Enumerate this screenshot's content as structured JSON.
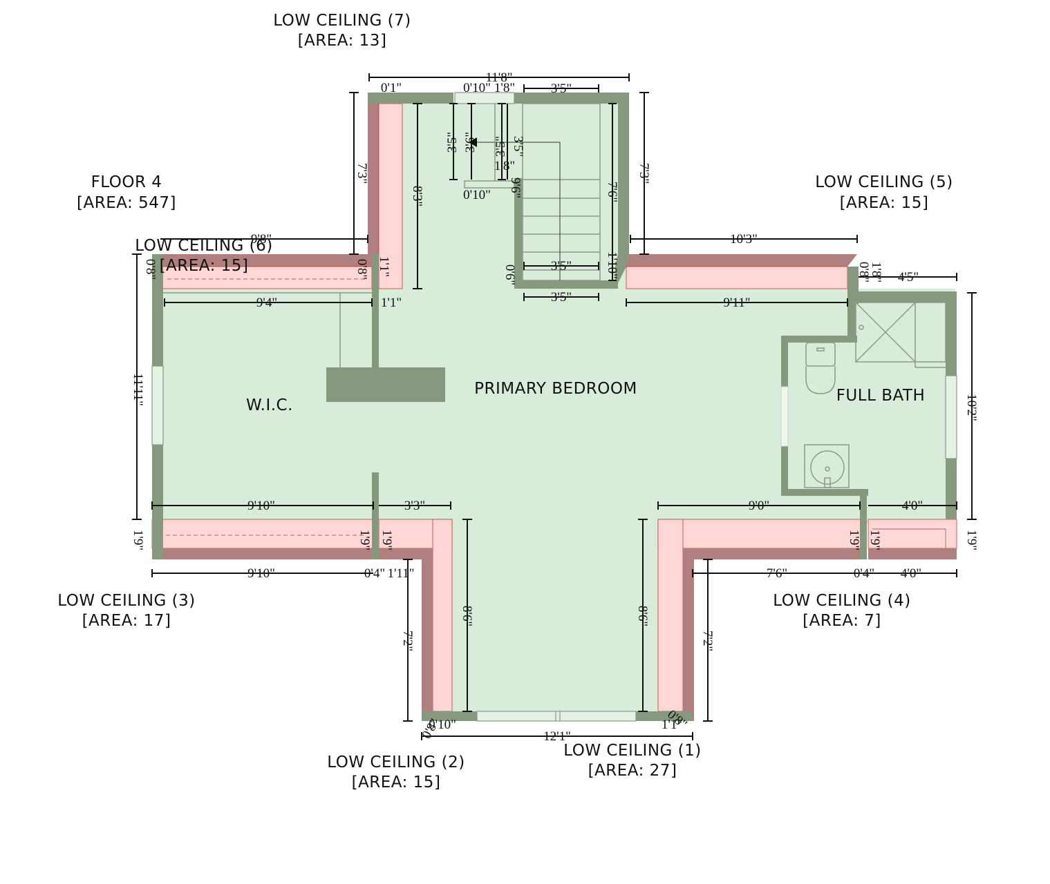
{
  "labels": {
    "floor": {
      "name": "FLOOR 4",
      "area": "[AREA: 547]"
    },
    "low7": {
      "name": "LOW CEILING (7)",
      "area": "[AREA: 13]"
    },
    "low6": {
      "name": "LOW CEILING (6)",
      "area": "[AREA: 15]"
    },
    "low5": {
      "name": "LOW CEILING (5)",
      "area": "[AREA: 15]"
    },
    "low4": {
      "name": "LOW CEILING (4)",
      "area": "[AREA: 7]"
    },
    "low3": {
      "name": "LOW CEILING (3)",
      "area": "[AREA: 17]"
    },
    "low2": {
      "name": "LOW CEILING (2)",
      "area": "[AREA: 15]"
    },
    "low1": {
      "name": "LOW CEILING (1)",
      "area": "[AREA: 27]"
    },
    "bedroom": "PRIMARY BEDROOM",
    "wic": "W.I.C.",
    "bath": "FULL BATH"
  },
  "dims": {
    "top_total": "11'8\"",
    "top_a": "0'1\"",
    "top_b": "0'10\"",
    "top_c": "1'8\"",
    "top_d": "3'5\"",
    "stair_a": "3'5\"",
    "stair_b": "3'6\"",
    "stair_c": "3'5\"",
    "stair_d": "3'5\"",
    "stair_e": "1'8\"",
    "stair_f": "0'10\"",
    "stair_g": "9'6\"",
    "left_h": "7'3\"",
    "inner_h": "8'3\"",
    "right_h": "7'3\"",
    "stair_h": "7'6\"",
    "stair_w1": "3'5\"",
    "stair_w2": "3'5\"",
    "stair_v1": "0'6\"",
    "stair_v2": "1'10\"",
    "wic_top": "9'8\"",
    "wic_in": "9'4\"",
    "wall_a": "1'1\"",
    "wall_b": "1'1\"",
    "wall_c": "0'8\"",
    "wall_d": "0'8\"",
    "right_top": "10'3\"",
    "right_in": "9'11\"",
    "bath_top": "4'5\"",
    "bath_v": "1'8\"",
    "bath_v2": "0'8\"",
    "left_v": "11'11\"",
    "right_v": "10'2\"",
    "bl_a": "9'10\"",
    "bl_b": "3'3\"",
    "br_a": "9'0\"",
    "br_b": "4'0\"",
    "low_v_l1": "1'9\"",
    "low_v_l2": "1'9\"",
    "low_v_l3": "1'9\"",
    "low_v_r1": "1'9\"",
    "low_v_r2": "1'9\"",
    "low_v_r3": "1'9\"",
    "bot_l1": "9'10\"",
    "bot_l2": "0'4\"",
    "bot_l3": "1'11\"",
    "bot_r1": "7'6\"",
    "bot_r2": "0'4\"",
    "bot_r3": "4'0\"",
    "leg_l_out": "7'2\"",
    "leg_l_in": "8'6\"",
    "leg_r_in": "8'6\"",
    "leg_r_out": "7'2\"",
    "bottom_total": "12'1\"",
    "bottom_l": "0'10\"",
    "bottom_l2": "0'8\"",
    "bottom_r": "1'1\"",
    "bottom_r2": "0'8\""
  },
  "colors": {
    "floor": "#d9ecd9",
    "wall": "#86997f",
    "low_ceiling": "#ffd7d7",
    "low_ceiling_edge": "#b08080"
  }
}
